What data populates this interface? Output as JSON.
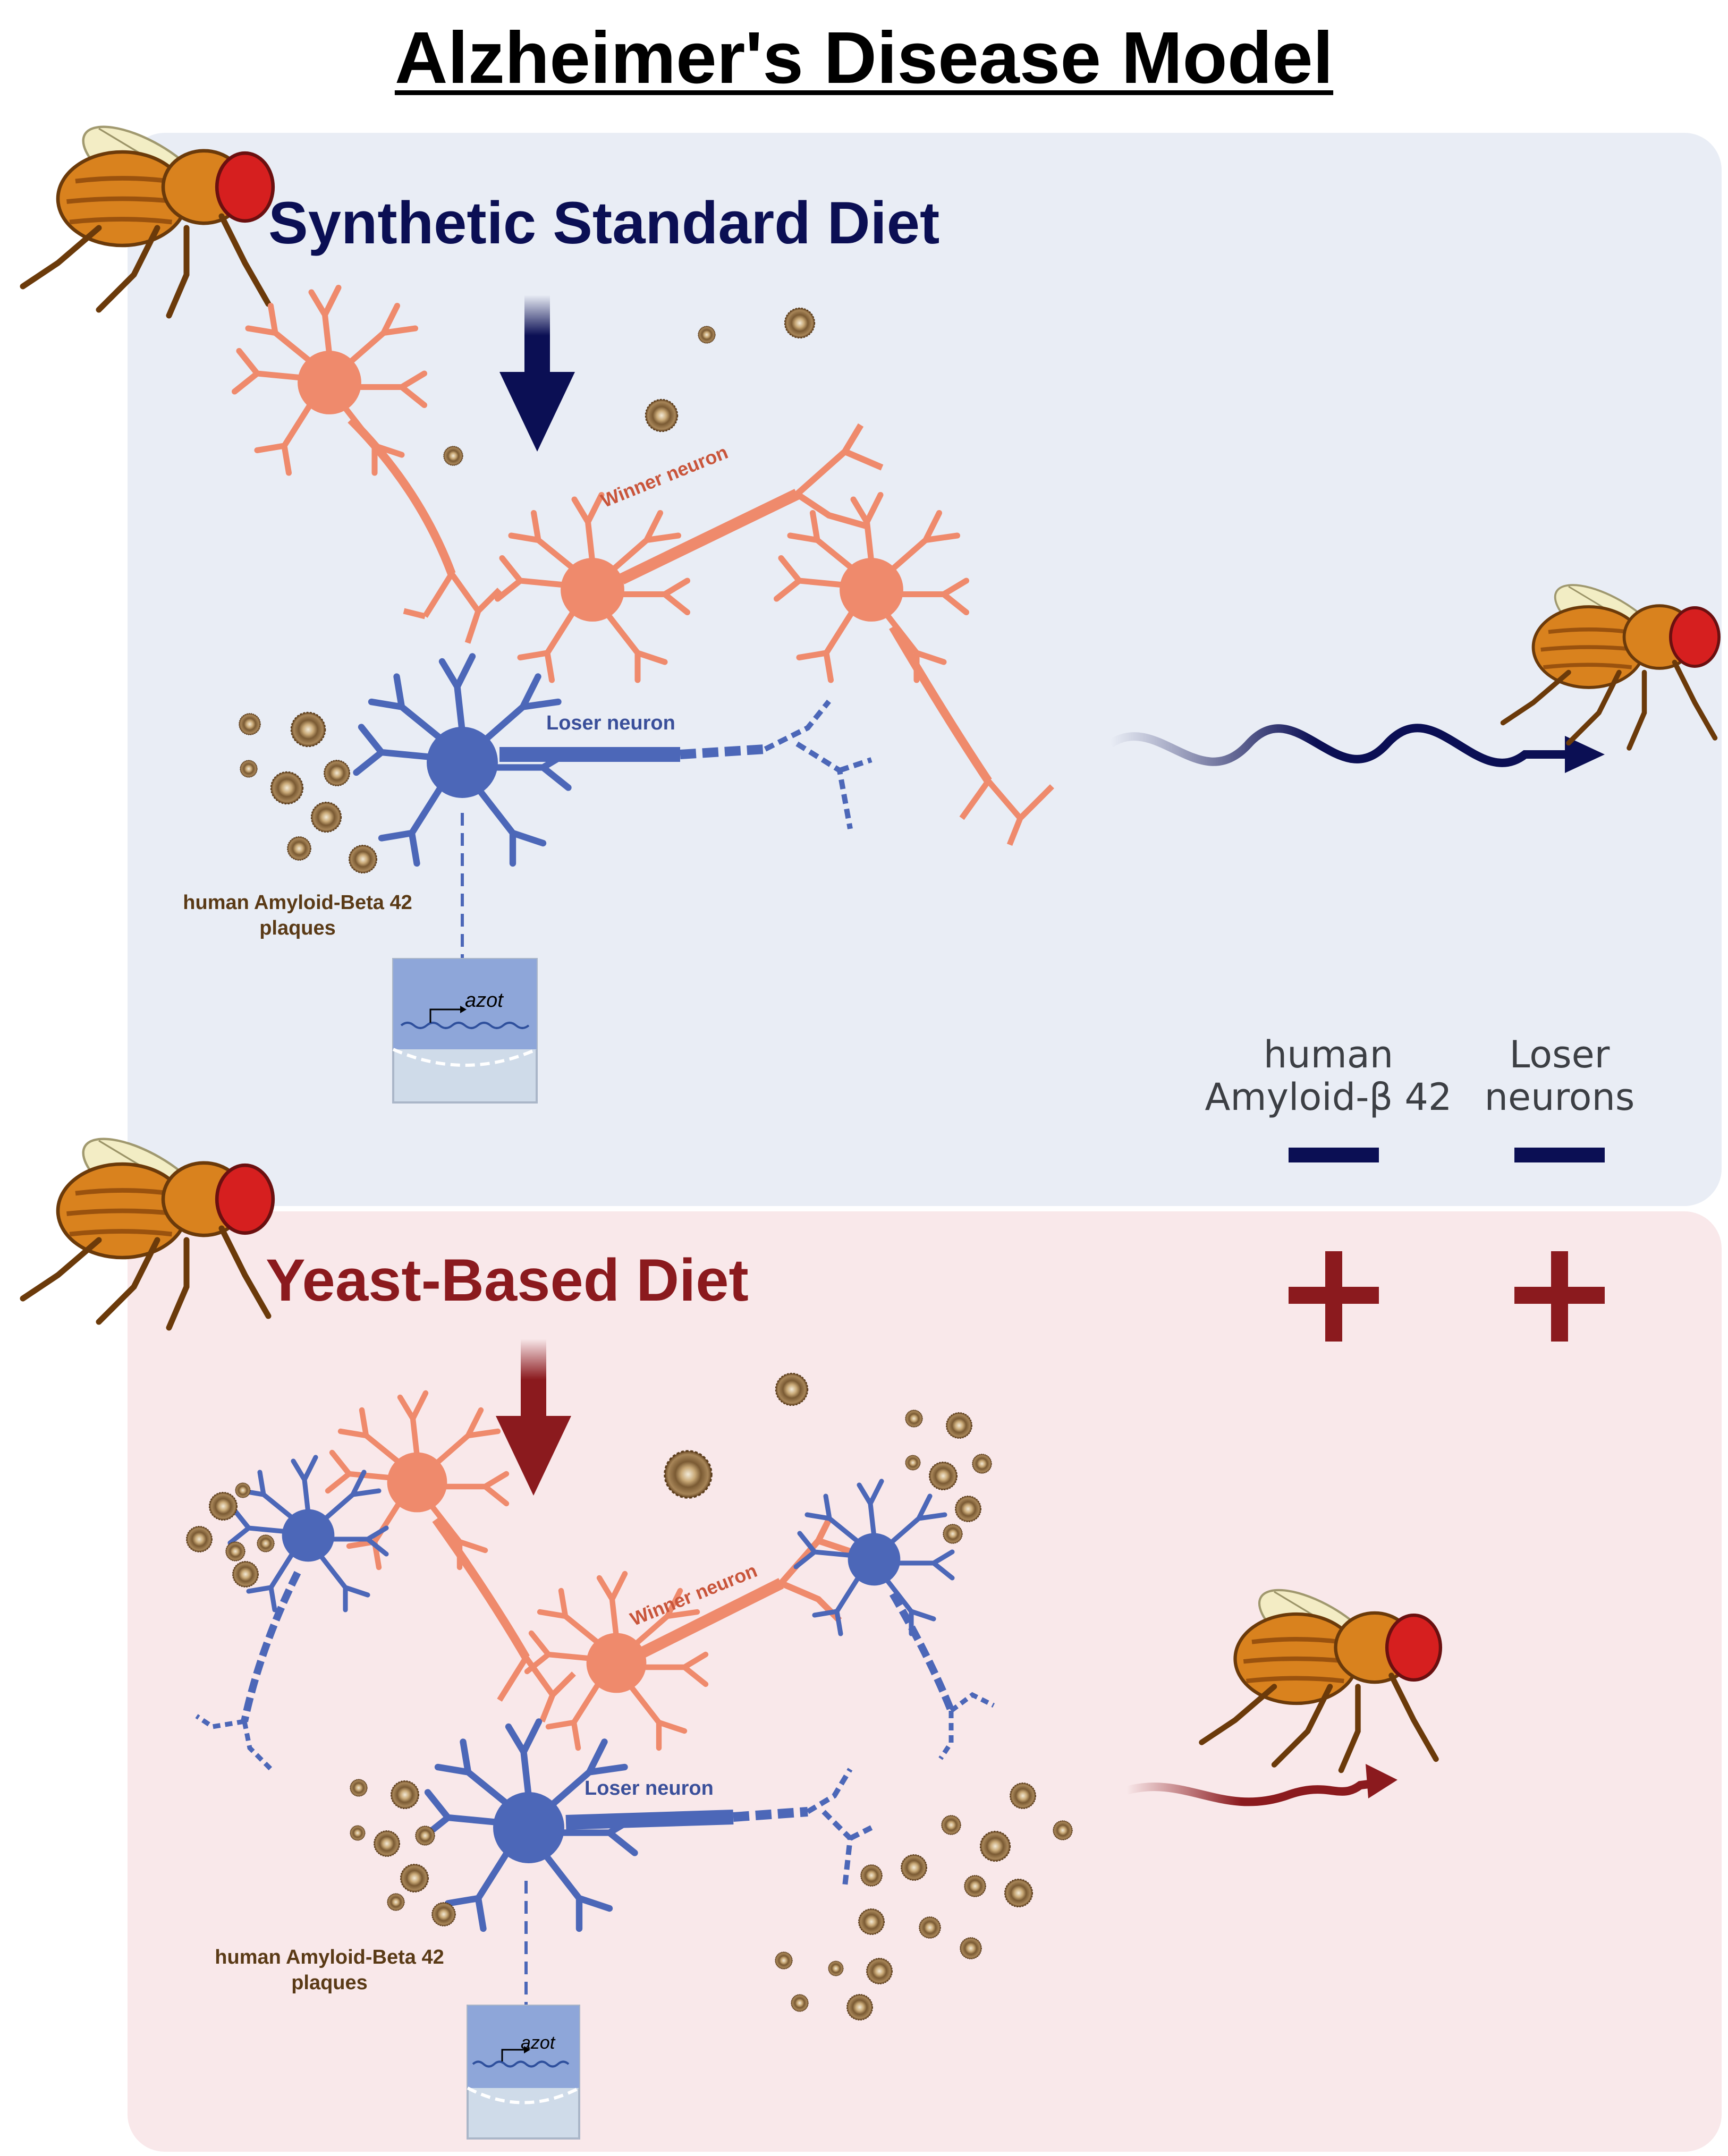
{
  "title": "Alzheimer's Disease Model",
  "top_panel": {
    "heading": "Synthetic Standard Diet",
    "winner_label": "Winner neuron",
    "loser_label": "Loser neuron",
    "plaques_label_line1": "human Amyloid-Beta 42",
    "plaques_label_line2": "plaques",
    "gene_label": "azot",
    "colors": {
      "heading": "#0b0f54",
      "panel": "#e9edf5"
    }
  },
  "bottom_panel": {
    "heading": "Yeast-Based Diet",
    "winner_label": "Winner neuron",
    "loser_label": "Loser neuron",
    "plaques_label_line1": "human Amyloid-Beta 42",
    "plaques_label_line2": "plaques",
    "gene_label": "azot",
    "colors": {
      "heading": "#8b1a1e",
      "panel": "#f9e8ea"
    }
  },
  "legend": {
    "col1_line1": "human",
    "col1_line2": "Amyloid-β 42",
    "col2_line1": "Loser",
    "col2_line2": "neurons",
    "top_symbol": "minus",
    "bottom_symbol": "plus"
  },
  "colors": {
    "winner_neuron": "#ef8a6c",
    "loser_neuron": "#4c67b8",
    "plaque": "#8c6a3e",
    "fly_body": "#d9821e",
    "fly_eye": "#d61f1f"
  }
}
